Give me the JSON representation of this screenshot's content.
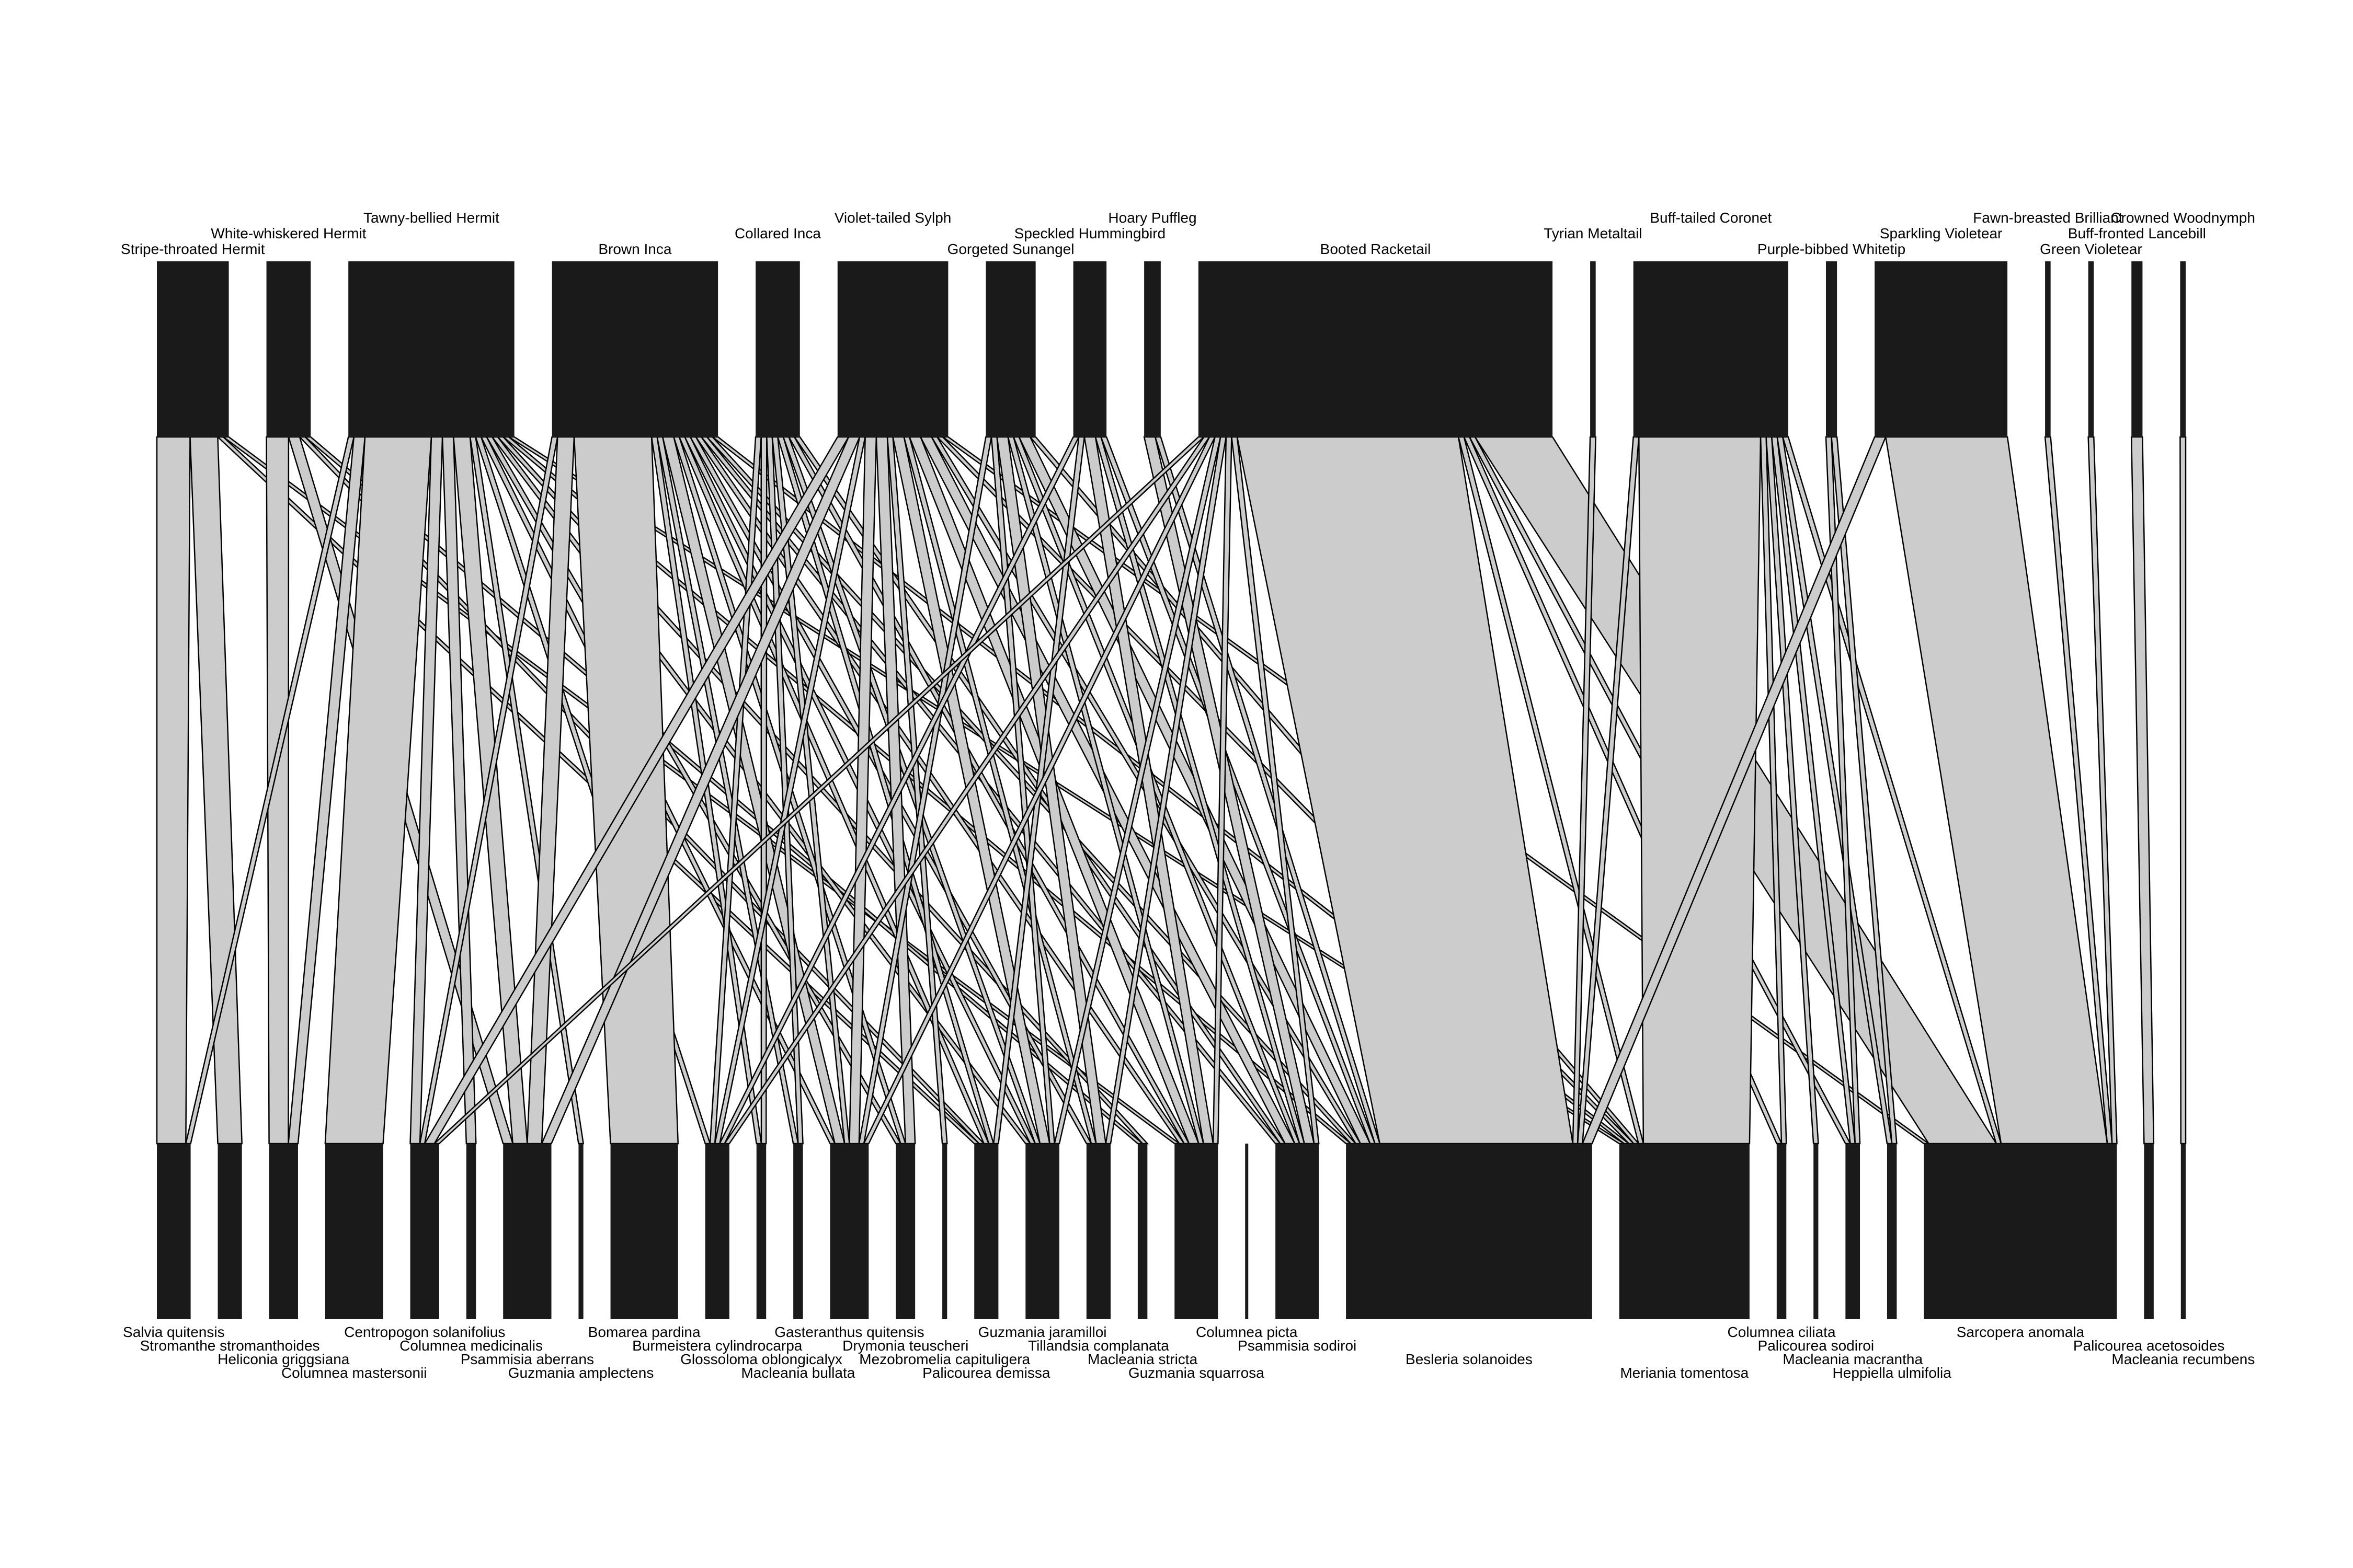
{
  "chart_data": {
    "type": "bipartite",
    "top_label": "",
    "bottom_label": "",
    "colors": {
      "box": "#1a1a1a",
      "link": "#cccccc",
      "link_stroke": "#000000",
      "background": "#ffffff"
    },
    "higher": [
      {
        "name": "Stripe-throated Hermit"
      },
      {
        "name": "White-whiskered Hermit"
      },
      {
        "name": "Tawny-bellied Hermit"
      },
      {
        "name": "Brown Inca"
      },
      {
        "name": "Collared Inca"
      },
      {
        "name": "Violet-tailed Sylph"
      },
      {
        "name": "Gorgeted Sunangel"
      },
      {
        "name": "Speckled Hummingbird"
      },
      {
        "name": "Hoary Puffleg"
      },
      {
        "name": "Booted Racketail"
      },
      {
        "name": "Tyrian Metaltail"
      },
      {
        "name": "Buff-tailed Coronet"
      },
      {
        "name": "Purple-bibbed Whitetip"
      },
      {
        "name": "Sparkling Violetear"
      },
      {
        "name": "Fawn-breasted Brilliant"
      },
      {
        "name": "Green Violetear"
      },
      {
        "name": "Buff-fronted Lancebill"
      },
      {
        "name": "Crowned Woodnymph"
      }
    ],
    "lower": [
      {
        "name": "Salvia quitensis"
      },
      {
        "name": "Stromanthe stromanthoides"
      },
      {
        "name": "Heliconia griggsiana"
      },
      {
        "name": "Columnea mastersonii"
      },
      {
        "name": "Centropogon solanifolius"
      },
      {
        "name": "Columnea medicinalis"
      },
      {
        "name": "Psammisia aberrans"
      },
      {
        "name": "Guzmania amplectens"
      },
      {
        "name": "Bomarea pardina"
      },
      {
        "name": "Burmeistera cylindrocarpa"
      },
      {
        "name": "Glossoloma oblongicalyx"
      },
      {
        "name": "Macleania bullata"
      },
      {
        "name": "Gasteranthus quitensis"
      },
      {
        "name": "Drymonia teuscheri"
      },
      {
        "name": "Mezobromelia capituligera"
      },
      {
        "name": "Palicourea demissa"
      },
      {
        "name": "Guzmania jaramilloi"
      },
      {
        "name": "Tillandsia complanata"
      },
      {
        "name": "Macleania stricta"
      },
      {
        "name": "Guzmania squarrosa"
      },
      {
        "name": "Columnea picta"
      },
      {
        "name": "Psammisia sodiroi"
      },
      {
        "name": "Besleria solanoides"
      },
      {
        "name": "Meriania tomentosa"
      },
      {
        "name": "Columnea ciliata"
      },
      {
        "name": "Palicourea sodiroi"
      },
      {
        "name": "Macleania macrantha"
      },
      {
        "name": "Heppiella ulmifolia"
      },
      {
        "name": "Sarcopera anomala"
      },
      {
        "name": "Palicourea acetosoides"
      },
      {
        "name": "Macleania recumbens"
      }
    ],
    "links": [
      {
        "h": 0,
        "l": 0,
        "w": 6
      },
      {
        "h": 0,
        "l": 1,
        "w": 5
      },
      {
        "h": 0,
        "l": 15,
        "w": 1
      },
      {
        "h": 0,
        "l": 19,
        "w": 1
      },
      {
        "h": 1,
        "l": 2,
        "w": 4
      },
      {
        "h": 1,
        "l": 6,
        "w": 2
      },
      {
        "h": 1,
        "l": 15,
        "w": 1
      },
      {
        "h": 1,
        "l": 18,
        "w": 1
      },
      {
        "h": 2,
        "l": 0,
        "w": 1
      },
      {
        "h": 2,
        "l": 2,
        "w": 2
      },
      {
        "h": 2,
        "l": 3,
        "w": 12
      },
      {
        "h": 2,
        "l": 4,
        "w": 2
      },
      {
        "h": 2,
        "l": 5,
        "w": 2
      },
      {
        "h": 2,
        "l": 6,
        "w": 3
      },
      {
        "h": 2,
        "l": 7,
        "w": 1
      },
      {
        "h": 2,
        "l": 9,
        "w": 1
      },
      {
        "h": 2,
        "l": 12,
        "w": 1
      },
      {
        "h": 2,
        "l": 13,
        "w": 1
      },
      {
        "h": 2,
        "l": 16,
        "w": 1
      },
      {
        "h": 2,
        "l": 18,
        "w": 1
      },
      {
        "h": 2,
        "l": 23,
        "w": 1
      },
      {
        "h": 2,
        "l": 22,
        "w": 1
      },
      {
        "h": 3,
        "l": 6,
        "w": 3
      },
      {
        "h": 3,
        "l": 8,
        "w": 14
      },
      {
        "h": 3,
        "l": 4,
        "w": 1
      },
      {
        "h": 3,
        "l": 10,
        "w": 1
      },
      {
        "h": 3,
        "l": 11,
        "w": 1
      },
      {
        "h": 3,
        "l": 12,
        "w": 2
      },
      {
        "h": 3,
        "l": 13,
        "w": 1
      },
      {
        "h": 3,
        "l": 15,
        "w": 1
      },
      {
        "h": 3,
        "l": 16,
        "w": 1
      },
      {
        "h": 3,
        "l": 17,
        "w": 1
      },
      {
        "h": 3,
        "l": 19,
        "w": 1
      },
      {
        "h": 3,
        "l": 21,
        "w": 1
      },
      {
        "h": 3,
        "l": 22,
        "w": 1
      },
      {
        "h": 3,
        "l": 23,
        "w": 1
      },
      {
        "h": 4,
        "l": 9,
        "w": 1
      },
      {
        "h": 4,
        "l": 11,
        "w": 1
      },
      {
        "h": 4,
        "l": 12,
        "w": 1
      },
      {
        "h": 4,
        "l": 15,
        "w": 1
      },
      {
        "h": 4,
        "l": 16,
        "w": 1
      },
      {
        "h": 4,
        "l": 19,
        "w": 1
      },
      {
        "h": 4,
        "l": 21,
        "w": 1
      },
      {
        "h": 4,
        "l": 10,
        "w": 1
      },
      {
        "h": 5,
        "l": 4,
        "w": 2
      },
      {
        "h": 5,
        "l": 6,
        "w": 2
      },
      {
        "h": 5,
        "l": 9,
        "w": 1
      },
      {
        "h": 5,
        "l": 12,
        "w": 2
      },
      {
        "h": 5,
        "l": 13,
        "w": 2
      },
      {
        "h": 5,
        "l": 14,
        "w": 1
      },
      {
        "h": 5,
        "l": 16,
        "w": 2
      },
      {
        "h": 5,
        "l": 17,
        "w": 1
      },
      {
        "h": 5,
        "l": 19,
        "w": 2
      },
      {
        "h": 5,
        "l": 21,
        "w": 2
      },
      {
        "h": 5,
        "l": 22,
        "w": 1
      },
      {
        "h": 5,
        "l": 23,
        "w": 1
      },
      {
        "h": 5,
        "l": 28,
        "w": 1
      },
      {
        "h": 6,
        "l": 12,
        "w": 1
      },
      {
        "h": 6,
        "l": 16,
        "w": 1
      },
      {
        "h": 6,
        "l": 17,
        "w": 2
      },
      {
        "h": 6,
        "l": 19,
        "w": 1
      },
      {
        "h": 6,
        "l": 21,
        "w": 1
      },
      {
        "h": 6,
        "l": 22,
        "w": 2
      },
      {
        "h": 6,
        "l": 23,
        "w": 1
      },
      {
        "h": 7,
        "l": 9,
        "w": 1
      },
      {
        "h": 7,
        "l": 15,
        "w": 1
      },
      {
        "h": 7,
        "l": 19,
        "w": 2
      },
      {
        "h": 7,
        "l": 21,
        "w": 1
      },
      {
        "h": 7,
        "l": 22,
        "w": 1
      },
      {
        "h": 8,
        "l": 21,
        "w": 2
      },
      {
        "h": 8,
        "l": 22,
        "w": 1
      },
      {
        "h": 9,
        "l": 22,
        "w": 40
      },
      {
        "h": 9,
        "l": 28,
        "w": 14
      },
      {
        "h": 9,
        "l": 4,
        "w": 1
      },
      {
        "h": 9,
        "l": 9,
        "w": 1
      },
      {
        "h": 9,
        "l": 12,
        "w": 1
      },
      {
        "h": 9,
        "l": 16,
        "w": 1
      },
      {
        "h": 9,
        "l": 17,
        "w": 1
      },
      {
        "h": 9,
        "l": 19,
        "w": 1
      },
      {
        "h": 9,
        "l": 21,
        "w": 1
      },
      {
        "h": 9,
        "l": 23,
        "w": 1
      },
      {
        "h": 9,
        "l": 24,
        "w": 1
      },
      {
        "h": 9,
        "l": 26,
        "w": 1
      },
      {
        "h": 10,
        "l": 22,
        "w": 1
      },
      {
        "h": 11,
        "l": 23,
        "w": 22
      },
      {
        "h": 11,
        "l": 22,
        "w": 1
      },
      {
        "h": 11,
        "l": 24,
        "w": 1
      },
      {
        "h": 11,
        "l": 25,
        "w": 1
      },
      {
        "h": 11,
        "l": 26,
        "w": 1
      },
      {
        "h": 11,
        "l": 27,
        "w": 1
      },
      {
        "h": 11,
        "l": 28,
        "w": 1
      },
      {
        "h": 12,
        "l": 26,
        "w": 1
      },
      {
        "h": 12,
        "l": 27,
        "w": 1
      },
      {
        "h": 13,
        "l": 28,
        "w": 22
      },
      {
        "h": 13,
        "l": 22,
        "w": 2
      },
      {
        "h": 14,
        "l": 28,
        "w": 1
      },
      {
        "h": 15,
        "l": 28,
        "w": 1
      },
      {
        "h": 16,
        "l": 29,
        "w": 2
      },
      {
        "h": 17,
        "l": 30,
        "w": 1
      }
    ]
  }
}
